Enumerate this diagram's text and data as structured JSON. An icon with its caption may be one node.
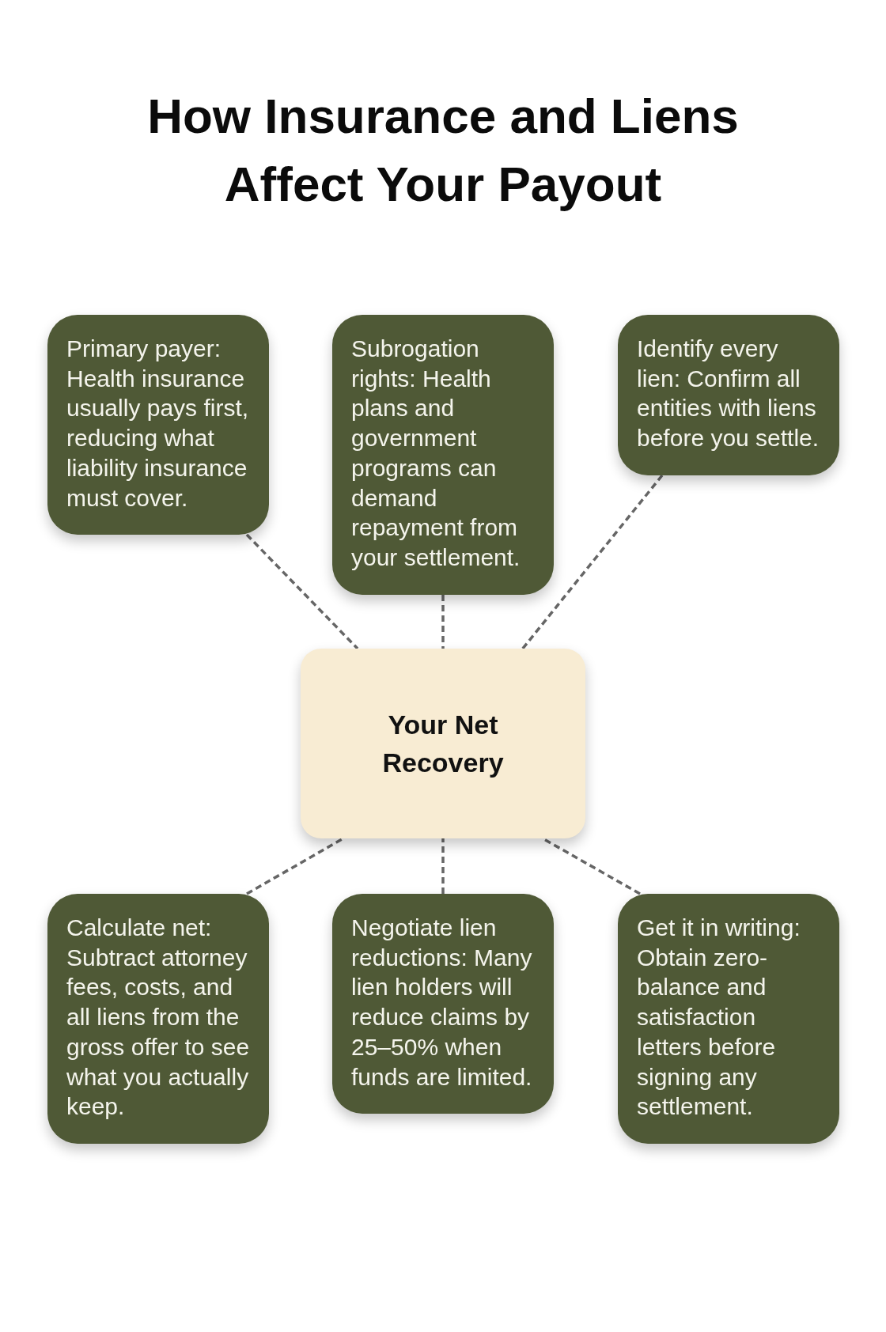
{
  "diagram": {
    "title": "How Insurance and Liens Affect Your Payout",
    "nodes": [
      {
        "text": [
          "Primary payer: Health insurance usually pays first, reducing what liability insurance must cover."
        ]
      },
      {
        "text": [
          "Subrogation rights: Health plans and government programs can demand repayment from your settlement."
        ]
      },
      {
        "text": [
          "Identify every lien: Confirm all entities with liens before you settle."
        ]
      },
      {
        "text": [
          "Your Net Recovery"
        ]
      },
      {
        "text": [
          "Calculate net: Subtract attorney fees, costs, and all liens from the gross offer to see what you actually keep."
        ]
      },
      {
        "text": [
          "Negotiate lien reductions: Many lien holders will reduce claims by 25–50% when funds are limited."
        ]
      },
      {
        "text": [
          "Get it in writing: Obtain zero-balance and satisfaction letters before signing any settlement."
        ]
      }
    ],
    "edges": [
      {
        "from": 0,
        "to": 3,
        "arrow": "none",
        "style": "dashed"
      },
      {
        "from": 1,
        "to": 3,
        "arrow": "none",
        "style": "dashed"
      },
      {
        "from": 2,
        "to": 3,
        "arrow": "none",
        "style": "dashed"
      },
      {
        "from": 4,
        "to": 3,
        "arrow": "none",
        "style": "dashed"
      },
      {
        "from": 5,
        "to": 3,
        "arrow": "none",
        "style": "dashed"
      },
      {
        "from": 6,
        "to": 3,
        "arrow": "none",
        "style": "dashed"
      }
    ]
  }
}
